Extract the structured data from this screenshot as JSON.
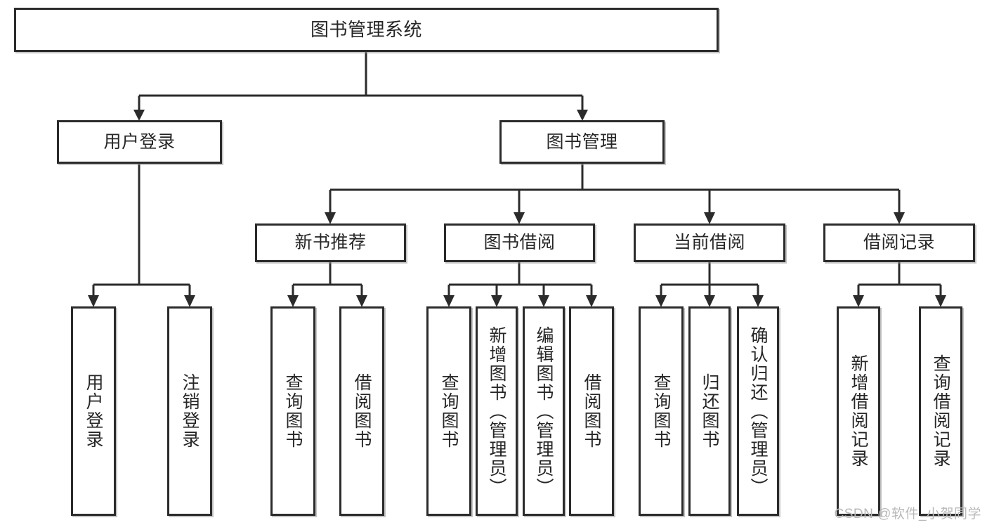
{
  "diagram": {
    "type": "tree",
    "title": "图书管理系统",
    "watermark": "CSDN @软件_小贺同学",
    "colors": {
      "stroke": "#2b2b2b",
      "box_fill": "#ffffff",
      "text": "#262626",
      "watermark": "#b9b9b9",
      "background": "#ffffff"
    },
    "root": {
      "label": "图书管理系统"
    },
    "level2": [
      {
        "label": "用户登录"
      },
      {
        "label": "图书管理"
      }
    ],
    "level3": [
      {
        "label": "新书推荐"
      },
      {
        "label": "图书借阅"
      },
      {
        "label": "当前借阅"
      },
      {
        "label": "借阅记录"
      }
    ],
    "leaves": {
      "user_login": [
        {
          "label": "用户登录"
        },
        {
          "label": "注销登录"
        }
      ],
      "new_book": [
        {
          "label": "查询图书"
        },
        {
          "label": "借阅图书"
        }
      ],
      "book_borrow": [
        {
          "label": "查询图书"
        },
        {
          "label": "新增图书（管理员）"
        },
        {
          "label": "编辑图书（管理员）"
        },
        {
          "label": "借阅图书"
        }
      ],
      "current_borrow": [
        {
          "label": "查询图书"
        },
        {
          "label": "归还图书"
        },
        {
          "label": "确认归还（管理员）"
        }
      ],
      "borrow_record": [
        {
          "label": "新增借阅记录"
        },
        {
          "label": "查询借阅记录"
        }
      ]
    }
  }
}
